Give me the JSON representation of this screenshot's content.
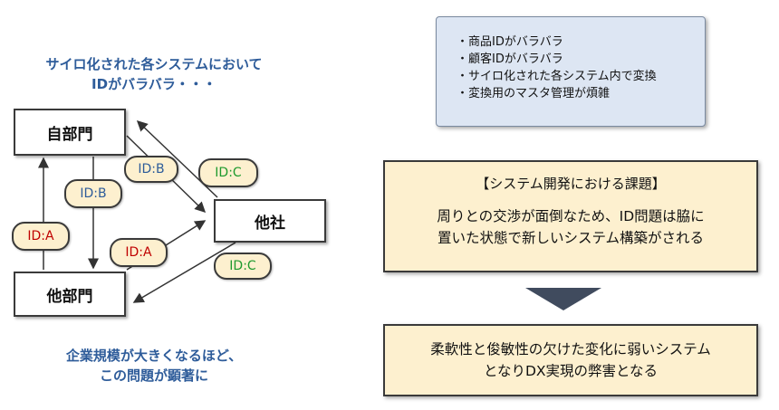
{
  "left": {
    "caption_top": [
      "サイロ化された各システムにおいて",
      "IDがバラバラ・・・"
    ],
    "caption_bottom": [
      "企業規模が大きくなるほど、",
      "この問題が顕著に"
    ],
    "nodes": {
      "own_dept": "自部門",
      "other_company": "他社",
      "other_dept": "他部門"
    },
    "pills": [
      {
        "label": "ID:B",
        "color": "#2e5c9a"
      },
      {
        "label": "ID:C",
        "color": "#1e9a2e"
      },
      {
        "label": "ID:B",
        "color": "#2e5c9a"
      },
      {
        "label": "ID:A",
        "color": "#c00000"
      },
      {
        "label": "ID:A",
        "color": "#c00000"
      },
      {
        "label": "ID:C",
        "color": "#1e9a2e"
      }
    ]
  },
  "right": {
    "issues": [
      "・商品IDがバラバラ",
      "・顧客IDがバラバラ",
      "・サイロ化された各システム内で変換",
      "・変換用のマスタ管理が煩雑"
    ],
    "challenge_title": "【システム開発における課題】",
    "challenge_body": [
      "周りとの交渉が面倒なため、ID問題は脇に",
      "置いた状態で新しいシステム構築がされる"
    ],
    "conclusion": [
      "柔軟性と俊敏性の欠けた変化に弱いシステム",
      "となりDX実現の弊害となる"
    ]
  },
  "colors": {
    "caption": "#2e5c9a",
    "pill_fill": "#fdf0cf",
    "info_fill": "#dde6f3",
    "arrow": "#404b5e"
  }
}
